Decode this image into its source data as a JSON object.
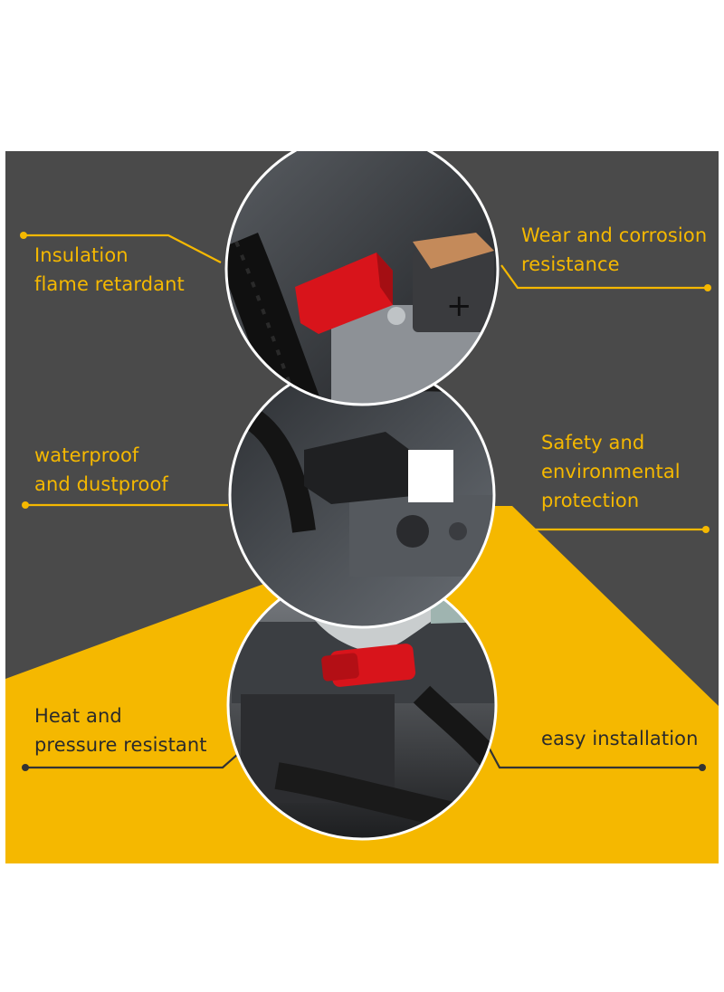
{
  "features": {
    "insulation": [
      "Insulation",
      "flame retardant"
    ],
    "wear": [
      "Wear and corrosion",
      "resistance"
    ],
    "waterproof": [
      "waterproof",
      "and dustproof"
    ],
    "safety": [
      "Safety and",
      "environmental",
      "protection"
    ],
    "heat": [
      "Heat and",
      "pressure resistant"
    ],
    "installation": [
      "easy installation"
    ]
  },
  "colors": {
    "panel_background": "#4a4a4a",
    "accent_yellow": "#f5b800",
    "dark_text": "#2b2b2b",
    "cover_red": "#d8141b"
  },
  "icons": {
    "connector_dot": "dot-marker",
    "photo_top": "battery-terminal-with-clamp",
    "photo_middle": "terminal-cover-closeup",
    "photo_bottom": "gloved-hand-installing-cover"
  }
}
